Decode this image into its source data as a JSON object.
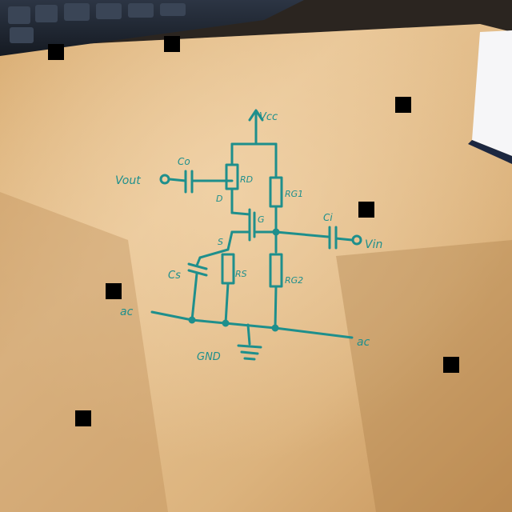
{
  "labels": {
    "vcc": "Vcc",
    "vout": "Vout",
    "vin": "Vin",
    "gnd": "GND",
    "co": "Co",
    "ci": "Ci",
    "cs": "Cs",
    "rd": "RD",
    "rg1": "RG1",
    "rg2": "RG2",
    "rs": "RS",
    "d": "D",
    "g": "G",
    "s": "S",
    "in_left": "ac",
    "in_right": "ac"
  },
  "colors": {
    "ink": "#1e8f8c",
    "paper_light": "#e9c493",
    "paper_dark": "#c99a5e",
    "keyboard": "#1d2430",
    "window": "#f4f4f6"
  }
}
